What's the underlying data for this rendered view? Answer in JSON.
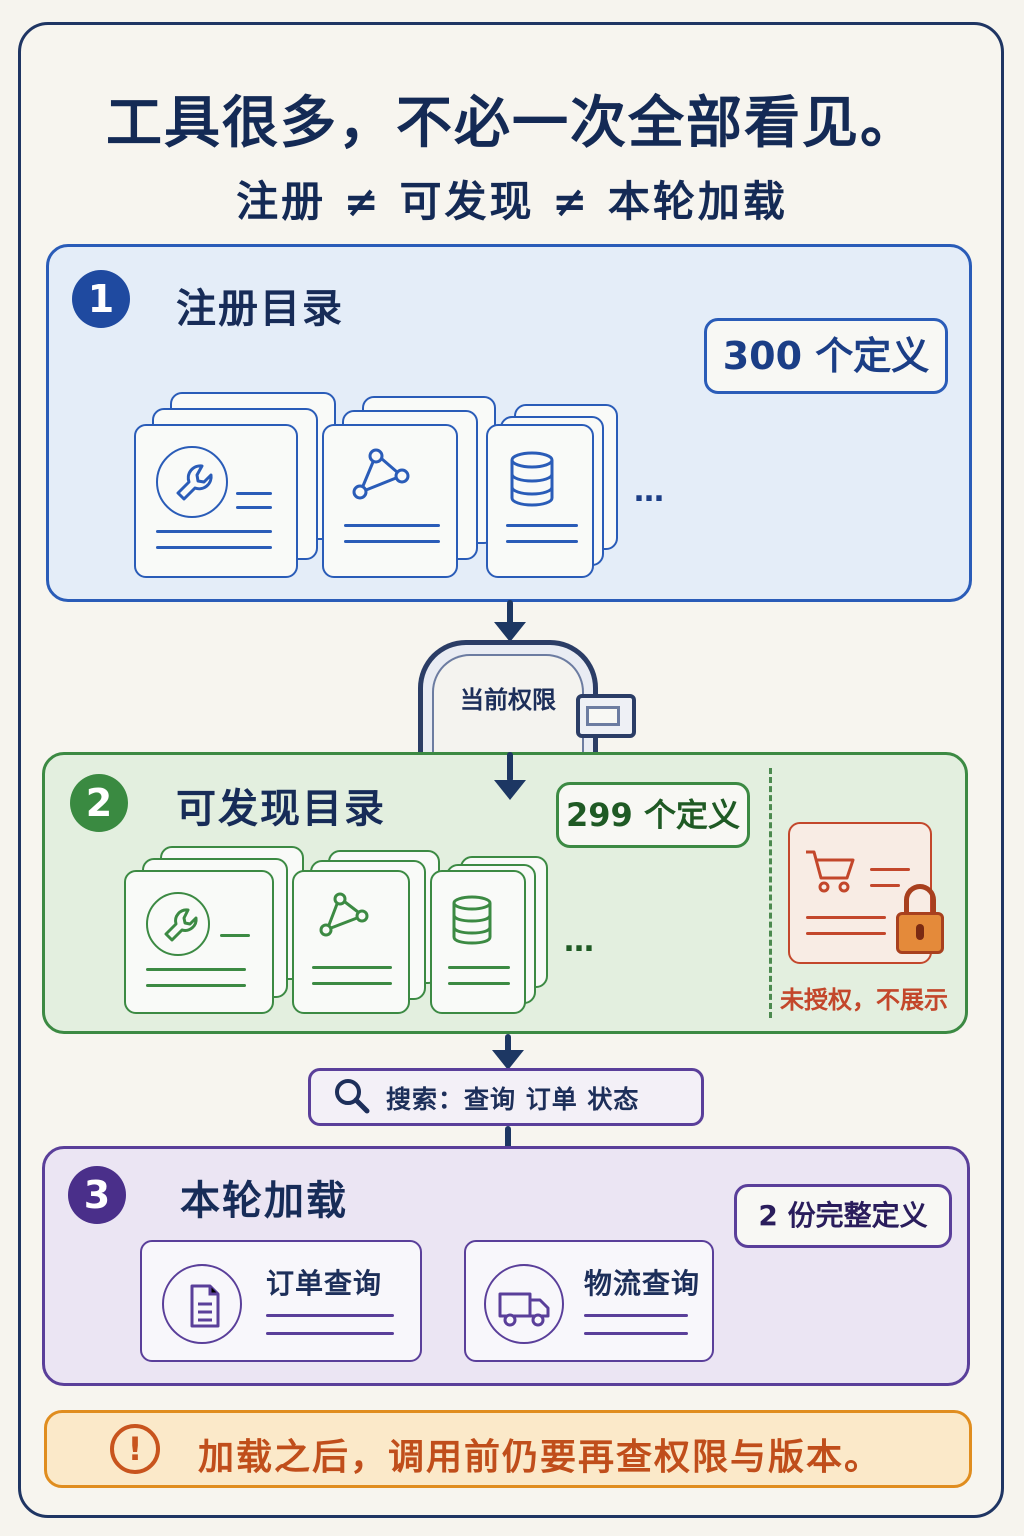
{
  "header": {
    "title": "工具很多，不必一次全部看见。",
    "subtitle": "注册 ≠ 可发现 ≠ 本轮加载"
  },
  "stages": [
    {
      "number": "1",
      "title": "注册目录",
      "count": "300 个定义",
      "color": "#2a5cb8"
    },
    {
      "number": "2",
      "title": "可发现目录",
      "count": "299 个定义",
      "color": "#3c8a43"
    },
    {
      "number": "3",
      "title": "本轮加载",
      "count": "2 份完整定义",
      "color": "#5a3f9a"
    }
  ],
  "icons": [
    "wrench-icon",
    "graph-icon",
    "database-icon",
    "cart-icon",
    "lock-icon",
    "search-icon",
    "document-icon",
    "truck-icon",
    "alert-icon"
  ],
  "permission_gate": {
    "label": "当前权限"
  },
  "ellipsis": "…",
  "unauthorized": {
    "label": "未授权，不展示"
  },
  "search": {
    "text": "搜索：查询 订单 状态"
  },
  "loaded_tools": [
    {
      "name": "订单查询"
    },
    {
      "name": "物流查询"
    }
  ],
  "footer": {
    "alert_symbol": "!",
    "text": "加载之后，调用前仍要再查权限与版本。"
  }
}
